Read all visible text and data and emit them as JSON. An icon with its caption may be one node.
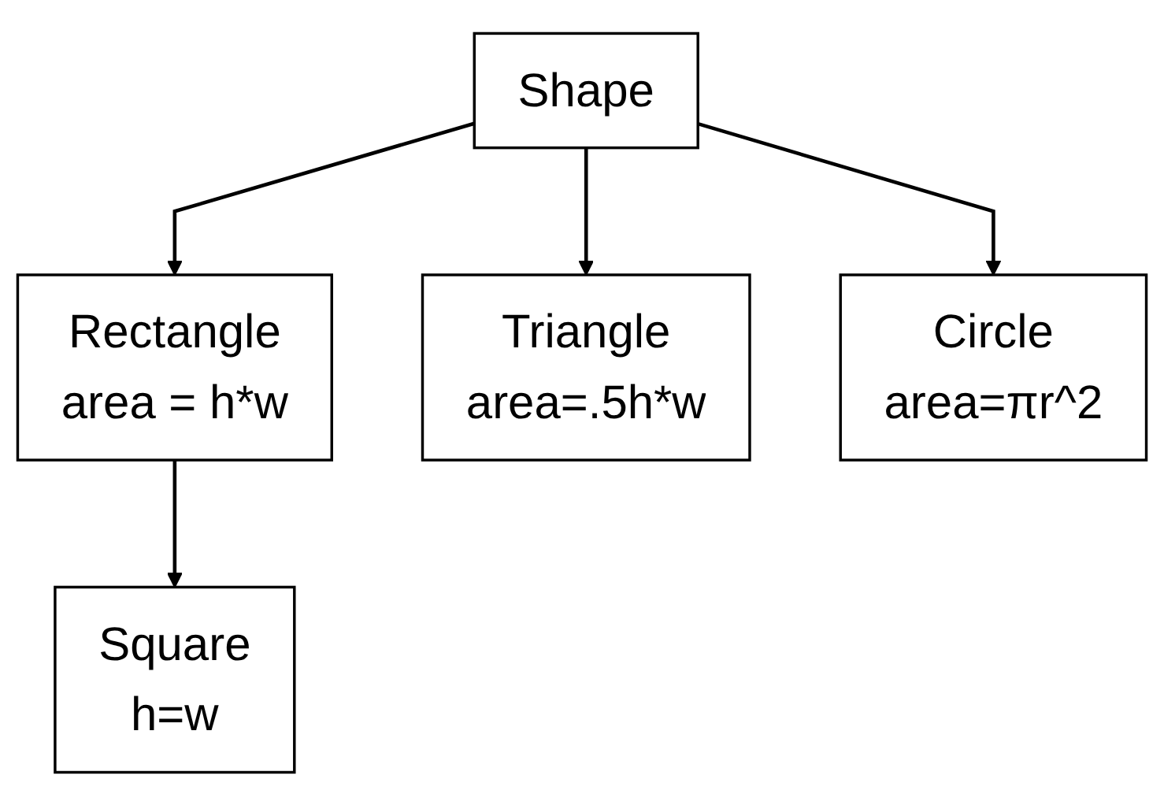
{
  "diagram": {
    "nodes": [
      {
        "text": [
          "Shape"
        ]
      },
      {
        "text": [
          "Rectangle",
          "area = h*w"
        ]
      },
      {
        "text": [
          "Triangle",
          "area=.5h*w"
        ]
      },
      {
        "text": [
          "Circle",
          "area=πr^2"
        ]
      },
      {
        "text": [
          "Square",
          "h=w"
        ]
      }
    ],
    "edges": [
      {
        "from": 0,
        "to": 1,
        "arrow": "to"
      },
      {
        "from": 0,
        "to": 2,
        "arrow": "to"
      },
      {
        "from": 0,
        "to": 3,
        "arrow": "to"
      },
      {
        "from": 1,
        "to": 4,
        "arrow": "to"
      }
    ]
  }
}
